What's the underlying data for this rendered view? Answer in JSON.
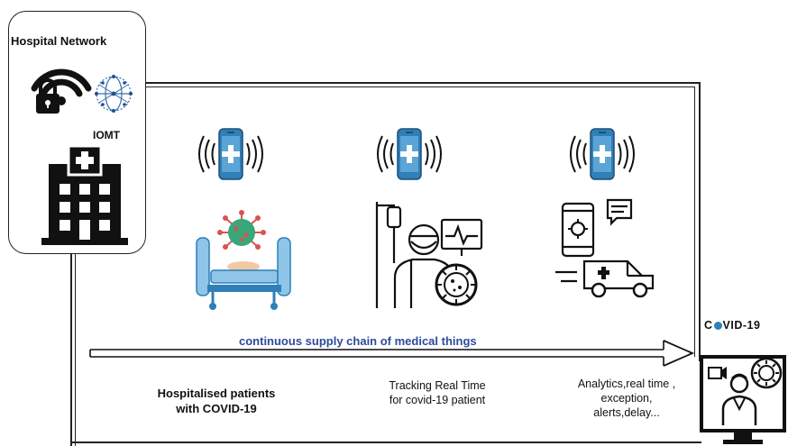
{
  "hospital_network": {
    "title": "Hospital Network",
    "iomt_label": "IOMT"
  },
  "flow": {
    "label": "continuous supply chain of medical things"
  },
  "stages": [
    {
      "label": "Hospitalised patients\nwith COVID-19"
    },
    {
      "label": "Tracking Real Time\nfor covid-19 patient"
    },
    {
      "label": "Analytics,real time ,\nexception,\nalerts,delay..."
    }
  ],
  "covid_label": {
    "prefix": "C",
    "suffix": "VID-19"
  },
  "colors": {
    "phone_blue": "#2f7fb8",
    "virus_green": "#3aa67a",
    "virus_red": "#d9534f",
    "bed_blue": "#8ec5e8",
    "flow_text": "#2d4b9a"
  }
}
